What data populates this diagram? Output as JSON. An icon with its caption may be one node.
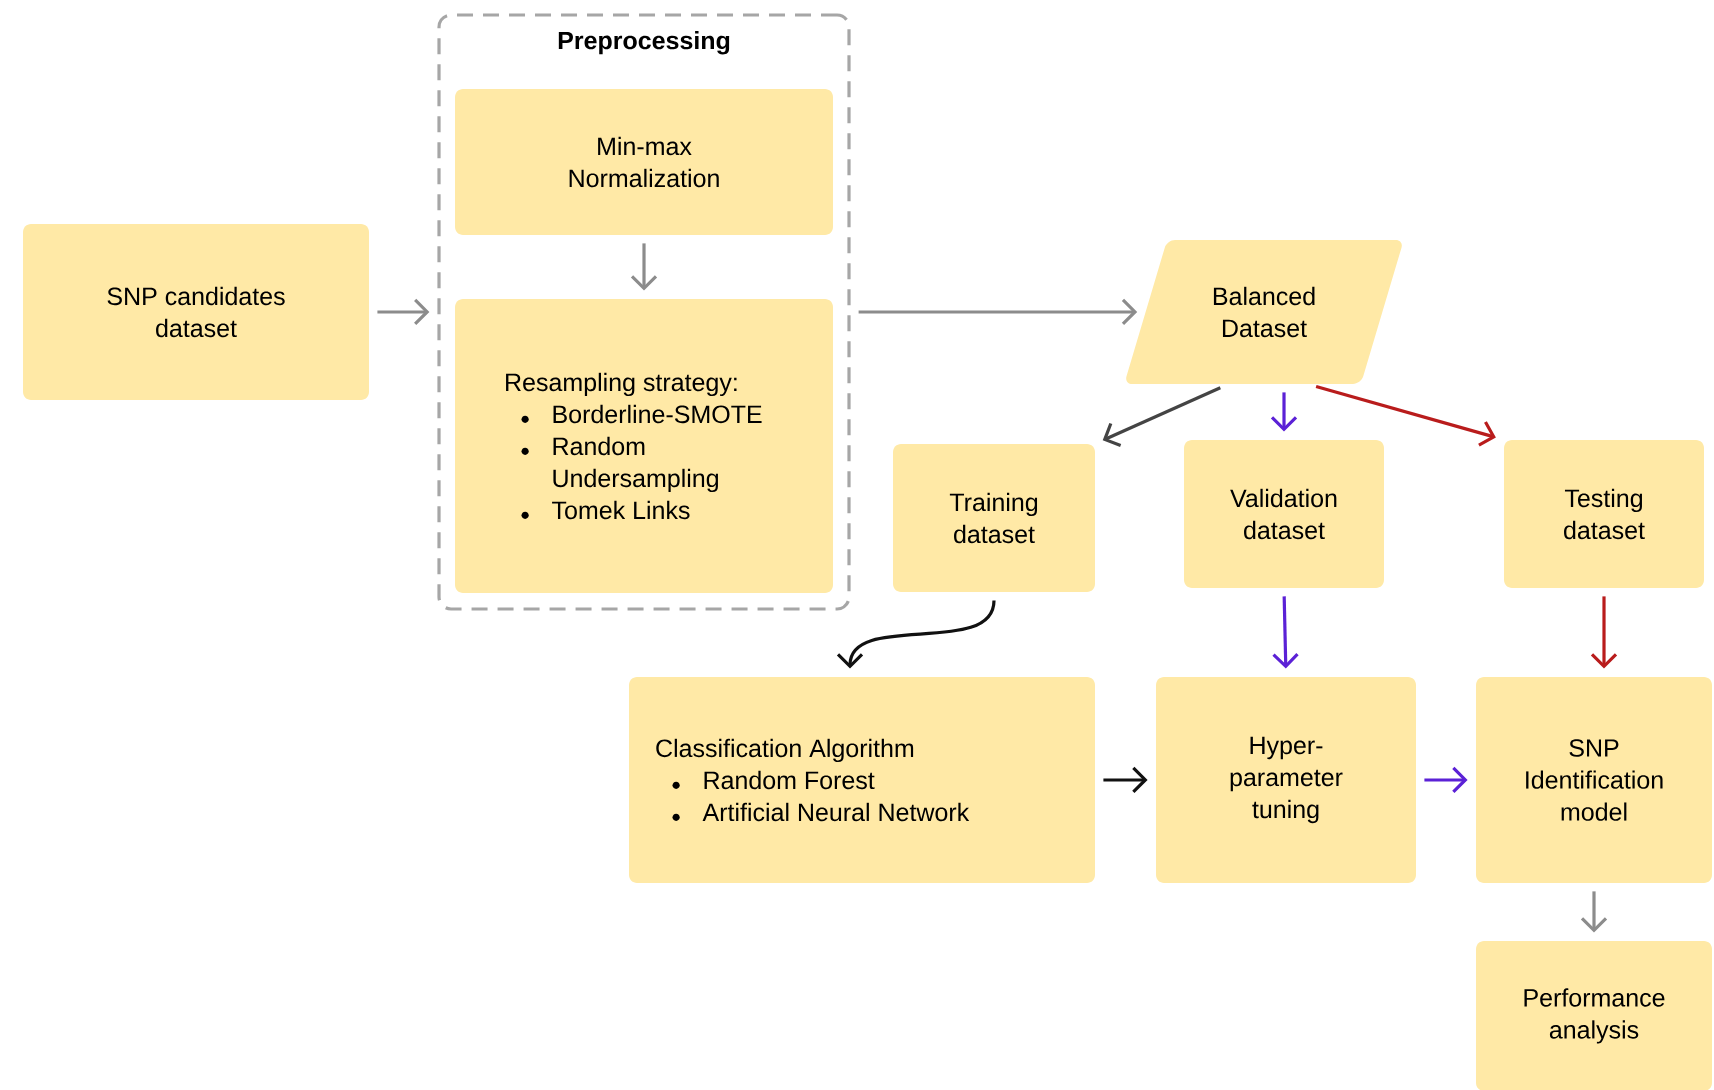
{
  "diagram": {
    "nodes": [
      {
        "text": [
          "SNP candidates dataset"
        ]
      },
      {
        "text": [
          "Preprocessing"
        ]
      },
      {
        "text": [
          "Min-max Normalization"
        ],
        "in": 1
      },
      {
        "text": [
          "Resampling strategy:",
          "Borderline-SMOTE",
          "Random Undersampling",
          "Tomek Links"
        ],
        "in": 1
      },
      {
        "text": [
          "Balanced Dataset"
        ]
      },
      {
        "text": [
          "Training dataset"
        ]
      },
      {
        "text": [
          "Validation dataset"
        ]
      },
      {
        "text": [
          "Testing dataset"
        ]
      },
      {
        "text": [
          "Classification Algorithm",
          "Random Forest",
          "Artificial Neural Network"
        ]
      },
      {
        "text": [
          "Hyper-parameter tuning"
        ]
      },
      {
        "text": [
          "SNP Identification model"
        ]
      },
      {
        "text": [
          "Performance analysis"
        ]
      }
    ],
    "edges": [
      {
        "from": 0,
        "to": 1,
        "arrow": "to"
      },
      {
        "from": 2,
        "to": 3,
        "arrow": "to"
      },
      {
        "from": 1,
        "to": 4,
        "arrow": "to"
      },
      {
        "from": 4,
        "to": 5,
        "arrow": "to",
        "color": "#444444"
      },
      {
        "from": 4,
        "to": 6,
        "arrow": "to",
        "color": "#5b21d6"
      },
      {
        "from": 4,
        "to": 7,
        "arrow": "to",
        "color": "#b91c1c"
      },
      {
        "from": 5,
        "to": 8,
        "arrow": "to",
        "color": "#111111"
      },
      {
        "from": 6,
        "to": 9,
        "arrow": "to",
        "color": "#5b21d6"
      },
      {
        "from": 7,
        "to": 10,
        "arrow": "to",
        "color": "#b91c1c"
      },
      {
        "from": 8,
        "to": 9,
        "arrow": "to",
        "color": "#111111"
      },
      {
        "from": 9,
        "to": 10,
        "arrow": "to",
        "color": "#5b21d6"
      },
      {
        "from": 10,
        "to": 11,
        "arrow": "to"
      }
    ]
  }
}
